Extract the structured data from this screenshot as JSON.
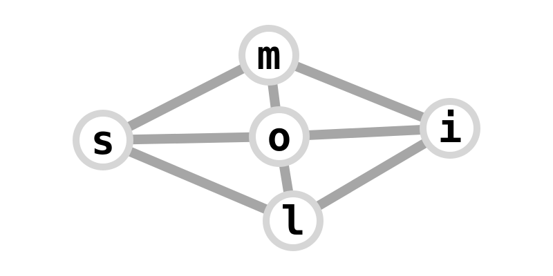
{
  "colors": {
    "background": "#ffffff",
    "edge": "#a6a6a6",
    "node_fill": "#ffffff",
    "node_ring": "#d6d6d6",
    "label": "#000000"
  },
  "graph": {
    "nodes": [
      {
        "id": "m",
        "label": "m"
      },
      {
        "id": "s",
        "label": "s"
      },
      {
        "id": "o",
        "label": "o"
      },
      {
        "id": "i",
        "label": "i"
      },
      {
        "id": "l",
        "label": "l"
      }
    ],
    "edges": [
      {
        "from": "s",
        "to": "m"
      },
      {
        "from": "s",
        "to": "o"
      },
      {
        "from": "s",
        "to": "l"
      },
      {
        "from": "m",
        "to": "o"
      },
      {
        "from": "m",
        "to": "i"
      },
      {
        "from": "o",
        "to": "i"
      },
      {
        "from": "o",
        "to": "l"
      },
      {
        "from": "l",
        "to": "i"
      }
    ]
  }
}
